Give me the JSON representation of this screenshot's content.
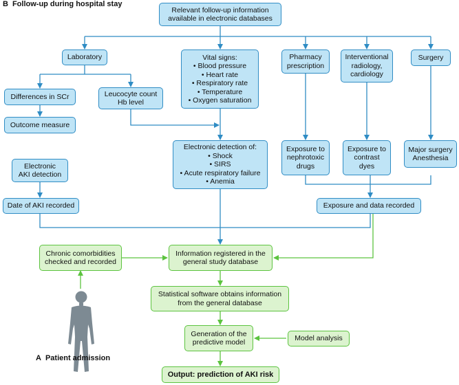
{
  "section_b": {
    "letter": "B",
    "title": "Follow-up during hospital stay"
  },
  "section_a": {
    "letter": "A",
    "title": "Patient admission"
  },
  "boxes": {
    "relevant_info": [
      "Relevant follow-up information",
      "available in electronic databases"
    ],
    "laboratory": [
      "Laboratory"
    ],
    "vital_signs": [
      "Vital signs:",
      "• Blood pressure",
      "• Heart rate",
      "• Respiratory rate",
      "• Temperature",
      "• Oxygen saturation"
    ],
    "pharmacy": [
      "Pharmacy",
      "prescription"
    ],
    "interventional": [
      "Interventional",
      "radiology,",
      "cardiology"
    ],
    "surgery": [
      "Surgery"
    ],
    "differences_scr": [
      "Differences in SCr"
    ],
    "leucocyte": [
      "Leucocyte count",
      "Hb level"
    ],
    "outcome": [
      "Outcome measure"
    ],
    "electronic_detection": [
      "Electronic detection of:",
      "• Shock",
      "• SIRS",
      "• Acute respiratory failure",
      "• Anemia"
    ],
    "nephrotoxic": [
      "Exposure to",
      "nephrotoxic",
      "drugs"
    ],
    "contrast": [
      "Exposure to",
      "contrast",
      "dyes"
    ],
    "major_surgery": [
      "Major surgery",
      "Anesthesia"
    ],
    "aki_detection": [
      "Electronic",
      "AKI detection"
    ],
    "aki_date": [
      "Date of AKI recorded"
    ],
    "exposure_recorded": [
      "Exposure and data recorded"
    ],
    "comorbidities": [
      "Chronic comorbidities",
      "checked and recorded"
    ],
    "general_db": [
      "Information registered in the",
      "general study database"
    ],
    "statistical": [
      "Statistical software obtains information",
      "from the general database"
    ],
    "predictive_model": [
      "Generation of the",
      "predictive model"
    ],
    "model_analysis": [
      "Model analysis"
    ],
    "output": [
      "Output: prediction of AKI risk"
    ]
  },
  "icons": {
    "patient": "person-silhouette-icon"
  },
  "colors": {
    "blue_fill": "#bfe4f6",
    "blue_stroke": "#2f8cc4",
    "green_fill": "#dcf3cf",
    "green_stroke": "#5cc33f",
    "figure": "#7d8a93"
  }
}
